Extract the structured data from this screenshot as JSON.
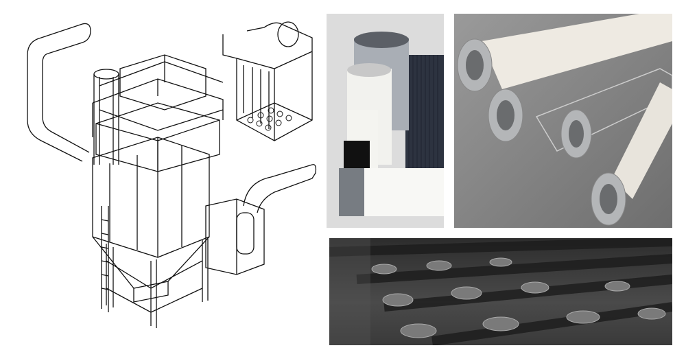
{
  "colors": {
    "background": "#ffffff",
    "line_art": "#111111",
    "cartridge_panel_bg": "#dcdcdc",
    "cage_panel_bg": "#8a8a8a",
    "venturi_panel_bg": "#383838"
  },
  "panels": [
    {
      "name": "dust-collector-drawing"
    },
    {
      "name": "filter-cartridges-photo"
    },
    {
      "name": "filter-bag-cages-photo"
    },
    {
      "name": "venturi-tubesheet-photo"
    }
  ]
}
